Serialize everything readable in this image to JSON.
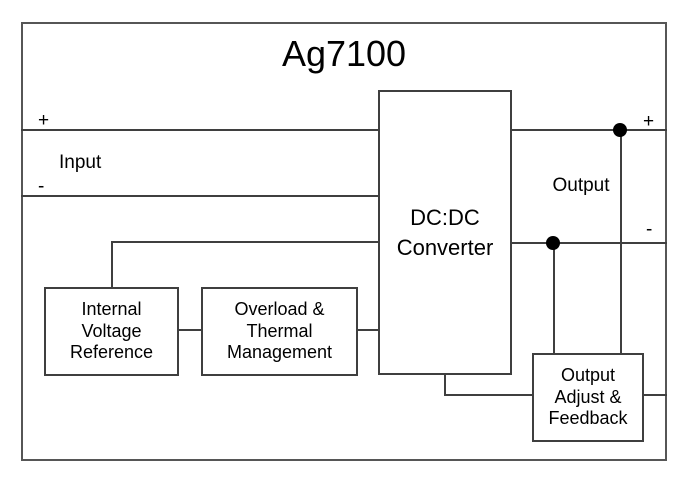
{
  "diagram": {
    "title": "Ag7100",
    "input": {
      "plus": "+",
      "minus": "-",
      "label": "Input"
    },
    "output": {
      "plus": "+",
      "minus": "-",
      "label": "Output"
    },
    "blocks": {
      "dcdc_converter": "DC:DC\nConverter",
      "internal_voltage_reference": "Internal\nVoltage\nReference",
      "overload_thermal_management": "Overload &\nThermal\nManagement",
      "output_adjust_feedback": "Output\nAdjust &\nFeedback"
    },
    "colors": {
      "line": "#3f3f3f",
      "outer_border": "#565656",
      "dot": "#000000",
      "text": "#000000",
      "background": "#ffffff"
    }
  }
}
